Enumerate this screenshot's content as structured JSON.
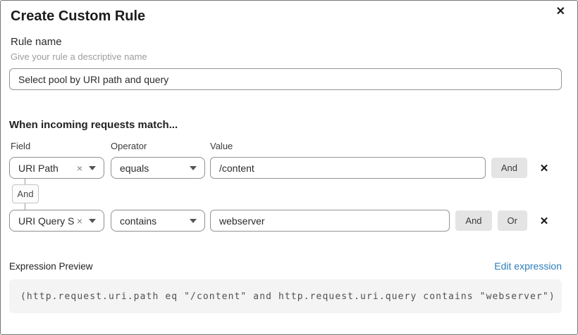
{
  "dialog": {
    "title": "Create Custom Rule"
  },
  "icons": {
    "close": "✕",
    "clear": "×",
    "delete": "✕"
  },
  "rule_name": {
    "label": "Rule name",
    "hint": "Give your rule a descriptive name",
    "value": "Select pool by URI path and query"
  },
  "matcher": {
    "heading": "When incoming requests match...",
    "columns": {
      "field": "Field",
      "operator": "Operator",
      "value": "Value"
    },
    "connector": "And",
    "rows": [
      {
        "field": "URI Path",
        "operator": "equals",
        "value": "/content",
        "buttons": [
          "And"
        ]
      },
      {
        "field": "URI Query St...",
        "operator": "contains",
        "value": "webserver",
        "buttons": [
          "And",
          "Or"
        ]
      }
    ]
  },
  "expression": {
    "label": "Expression Preview",
    "edit_link": "Edit expression",
    "code": "(http.request.uri.path eq \"/content\" and http.request.uri.query contains \"webserver\")"
  },
  "colors": {
    "link_blue": "#2d7dba",
    "button_gray": "#e4e4e4",
    "code_background": "#f4f4f4"
  }
}
